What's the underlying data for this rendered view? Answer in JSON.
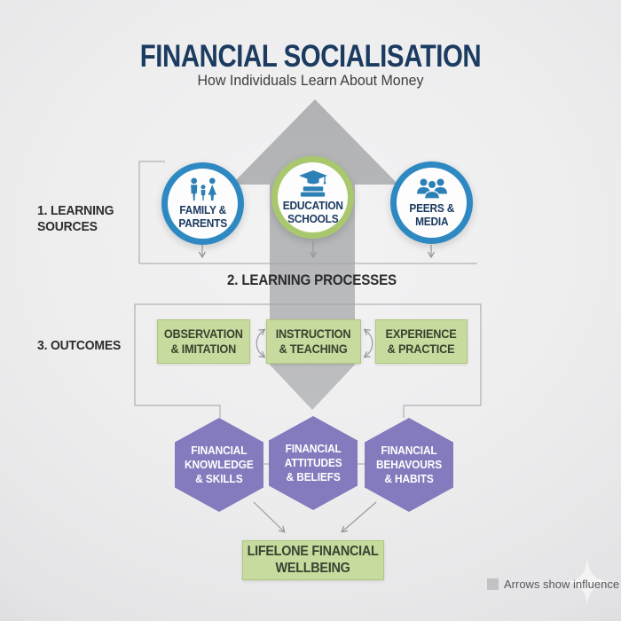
{
  "header": {
    "title": "FINANCIAL SOCIALISATION",
    "subtitle": "How Individuals Learn About Money"
  },
  "labels": {
    "sources": "1. LEARNING SOURCES",
    "processes": "2. LEARNING PROCESSES",
    "outcomes": "3. OUTCOMES"
  },
  "sources": [
    {
      "name": "family-parents",
      "icon": "family-icon",
      "lines": [
        "FAMILY &",
        "PARENTS"
      ],
      "ring": "#2e89c3"
    },
    {
      "name": "education-schools",
      "icon": "graduation-cap-icon",
      "lines": [
        "EDUCATION",
        "SCHOOLS"
      ],
      "ring": "#a9c86e"
    },
    {
      "name": "peers-media",
      "icon": "people-group-icon",
      "lines": [
        "PEERS &",
        "MEDIA"
      ],
      "ring": "#2e89c3"
    }
  ],
  "processes": [
    {
      "lines": [
        "OBSERVATION",
        "& IMITATION"
      ]
    },
    {
      "lines": [
        "INSTRUCTION",
        "& TEACHING"
      ]
    },
    {
      "lines": [
        "EXPERIENCE",
        "& PRACTICE"
      ]
    }
  ],
  "outcomes": [
    {
      "lines": [
        "FINANCIAL",
        "KNOWLEDGE",
        "& SKILLS"
      ]
    },
    {
      "lines": [
        "FINANCIAL",
        "ATTITUDES",
        "& BELIEFS"
      ]
    },
    {
      "lines": [
        "FINANCIAL",
        "BEHAVOURS",
        "& HABITS"
      ]
    }
  ],
  "result": {
    "lines": [
      "LIFELONE FINANCIAL",
      "WELLBEING"
    ]
  },
  "legend": {
    "text": "Arrows show influence"
  },
  "colors": {
    "title_navy": "#1c3b60",
    "ring_blue": "#2e89c3",
    "ring_green": "#a9c86e",
    "icon_blue": "#2d80b5",
    "box_green": "#c8db9f",
    "box_green_border": "#aec87e",
    "hex_purple": "#837bbd",
    "arrow_gray": "#b6b7b9",
    "line_gray": "#a3a3a5"
  }
}
